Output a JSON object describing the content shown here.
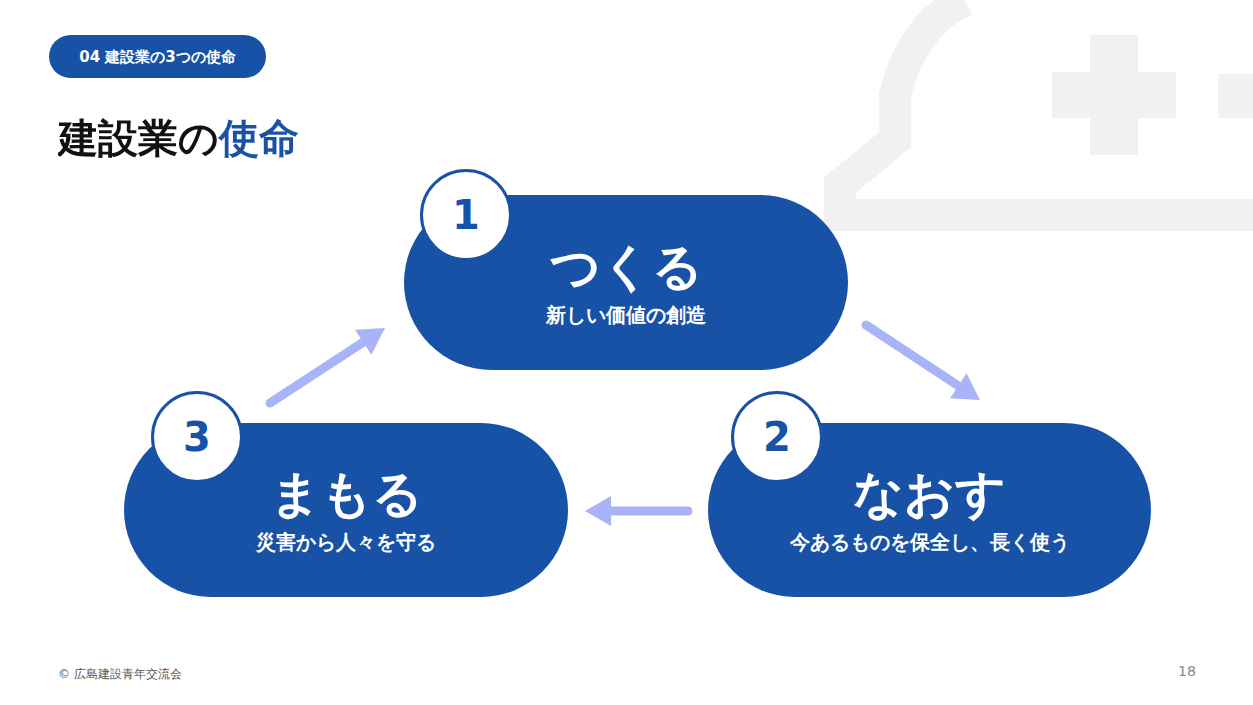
{
  "diagram": {
    "title": "建設業の使命",
    "nodes": [
      {
        "text": [
          "04 建設業の3つの使命"
        ]
      },
      {
        "text": [
          "つくる",
          "新しい価値の創造"
        ]
      },
      {
        "text": [
          "1"
        ],
        "in": 1
      },
      {
        "text": [
          "なおす",
          "今あるものを保全し、長く使う"
        ]
      },
      {
        "text": [
          "2"
        ],
        "in": 3
      },
      {
        "text": [
          "まもる",
          "災害から人々を守る"
        ]
      },
      {
        "text": [
          "3"
        ],
        "in": 5
      }
    ],
    "edges": [
      {
        "from": 1,
        "to": 3,
        "arrow": "to"
      },
      {
        "from": 3,
        "to": 5,
        "arrow": "to"
      },
      {
        "from": 5,
        "to": 1,
        "arrow": "to"
      }
    ],
    "labels": [
      "© 広島建設青年交流会",
      "18"
    ]
  }
}
